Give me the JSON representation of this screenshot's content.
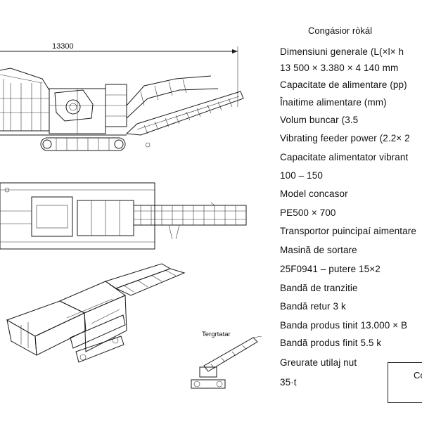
{
  "dimension_label": "13300",
  "sub_drawing_label": "Tergrtatar",
  "spec_title": "Congásior ròkál",
  "spec_lines": [
    "Dimensiuni generale (L(×l× h",
    "13 500 × 3.380 × 4 140 mm",
    "Capacitate de alimentare (pp)",
    "Înaitime alimentare (mm)",
    "Volum buncar (3.5",
    "Vibrating feeder power (2.2× 2",
    "Capacitate alimentator vibrant",
    "100 – 150",
    "Model concasor",
    "PE500 × 700",
    "Transportor puincipaí aimentare",
    "Masină de sortare",
    "25F0941 – putere  15×2",
    "Bandă de tranzitie",
    "Bandă retur  3 k",
    "Banda produs tinit    13.000 × B",
    "Bandă produs finit    5.5 k",
    "Greurate utilaj    nut",
    "35·t"
  ],
  "corner_box_text": "Co"
}
